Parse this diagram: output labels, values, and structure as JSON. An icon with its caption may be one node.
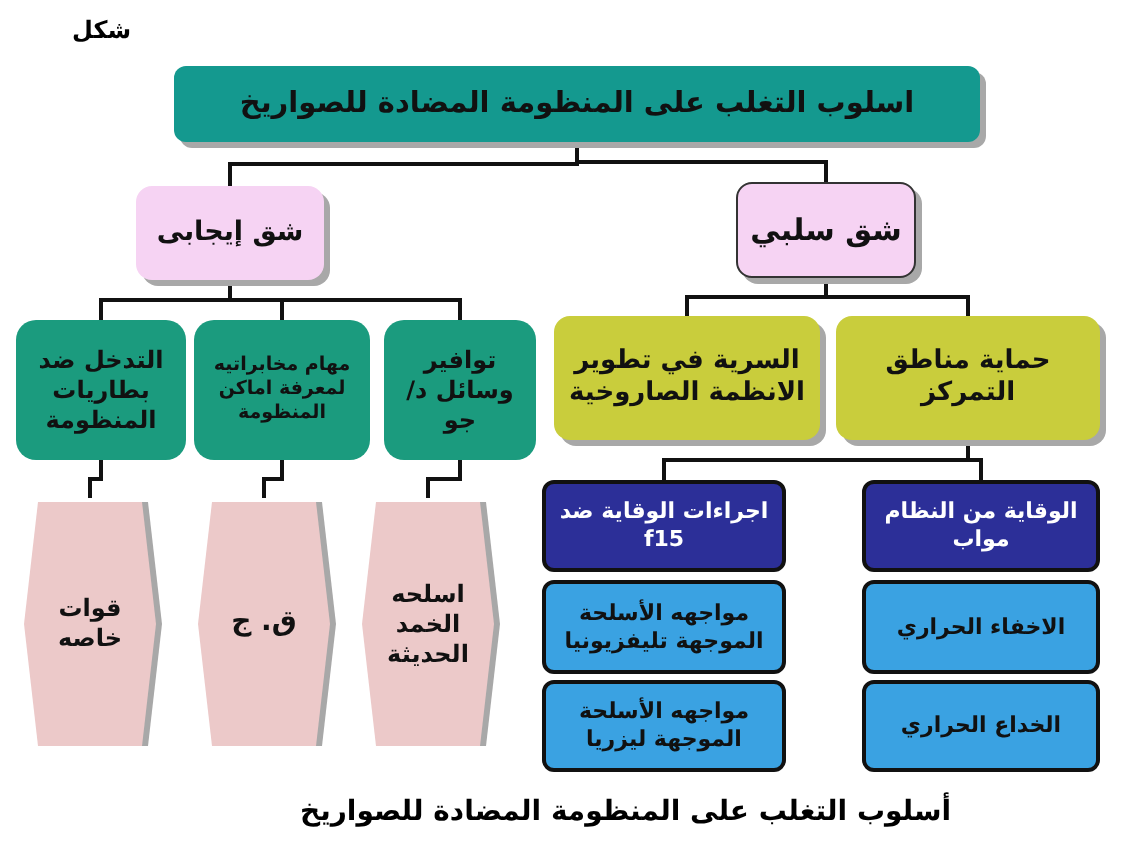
{
  "diagram": {
    "caption": "أسلوب التغلب على المنظومة المضادة للصواريخ",
    "nodes": [
      {
        "text": [
          "اسلوب التغلب على المنظومة المضادة للصواريخ"
        ]
      },
      {
        "text": [
          "شق سلبي"
        ]
      },
      {
        "text": [
          "شق إيجابى"
        ]
      },
      {
        "text": [
          "حماية مناطق التمركز"
        ]
      },
      {
        "text": [
          "السرية في تطوير الانظمة الصاروخية"
        ]
      },
      {
        "text": [
          "توافير وسائل د/جو"
        ]
      },
      {
        "text": [
          "مهام مخابراتيه لمعرفة اماكن المنظومة"
        ]
      },
      {
        "text": [
          "التدخل ضد بطاريات المنظومة"
        ]
      },
      {
        "text": [
          "الوقاية من النظام مواب"
        ]
      },
      {
        "text": [
          "اجراءات الوقاية ضد f15"
        ]
      },
      {
        "text": [
          "الاخفاء الحراري"
        ]
      },
      {
        "text": [
          "مواجهه الأسلحة الموجهة تليفزيونيا"
        ]
      },
      {
        "text": [
          "الخداع الحراري"
        ]
      },
      {
        "text": [
          "مواجهه الأسلحة الموجهة ليزريا"
        ]
      },
      {
        "text": [
          "اسلحه الخمد الحديثة"
        ]
      },
      {
        "text": [
          "ق. ج"
        ]
      },
      {
        "text": [
          "قوات خاصه"
        ]
      }
    ],
    "edges": [
      {
        "from": 0,
        "to": 1,
        "arrow": "none"
      },
      {
        "from": 0,
        "to": 2,
        "arrow": "none"
      },
      {
        "from": 1,
        "to": 3,
        "arrow": "none"
      },
      {
        "from": 1,
        "to": 4,
        "arrow": "none"
      },
      {
        "from": 2,
        "to": 5,
        "arrow": "none"
      },
      {
        "from": 2,
        "to": 6,
        "arrow": "none"
      },
      {
        "from": 2,
        "to": 7,
        "arrow": "none"
      },
      {
        "from": 3,
        "to": 8,
        "arrow": "none"
      },
      {
        "from": 3,
        "to": 9,
        "arrow": "none"
      },
      {
        "from": 5,
        "to": 14,
        "arrow": "none"
      },
      {
        "from": 6,
        "to": 15,
        "arrow": "none"
      },
      {
        "from": 7,
        "to": 16,
        "arrow": "none"
      }
    ],
    "labels": [
      "شكل"
    ]
  }
}
